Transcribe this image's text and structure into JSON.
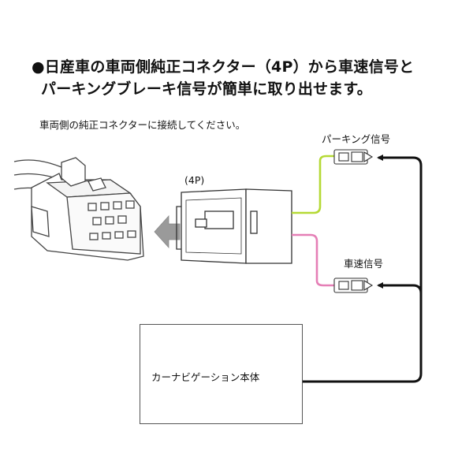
{
  "headline": {
    "line1": "●日産車の車両側純正コネクター（4P）から車速信号と",
    "line2": "パーキングブレーキ信号が簡単に取り出せます。"
  },
  "note": "車両側の純正コネクターに接続してください。",
  "labels": {
    "connector": "(4P)",
    "parking_signal": "パーキング信号",
    "speed_signal": "車速信号",
    "nav_unit": "カーナビゲーション本体"
  },
  "colors": {
    "parking_wire": "#b5d935",
    "speed_wire": "#e57fb6",
    "signal_cable": "#111111",
    "arrow_gray": "#9a9a9a"
  }
}
